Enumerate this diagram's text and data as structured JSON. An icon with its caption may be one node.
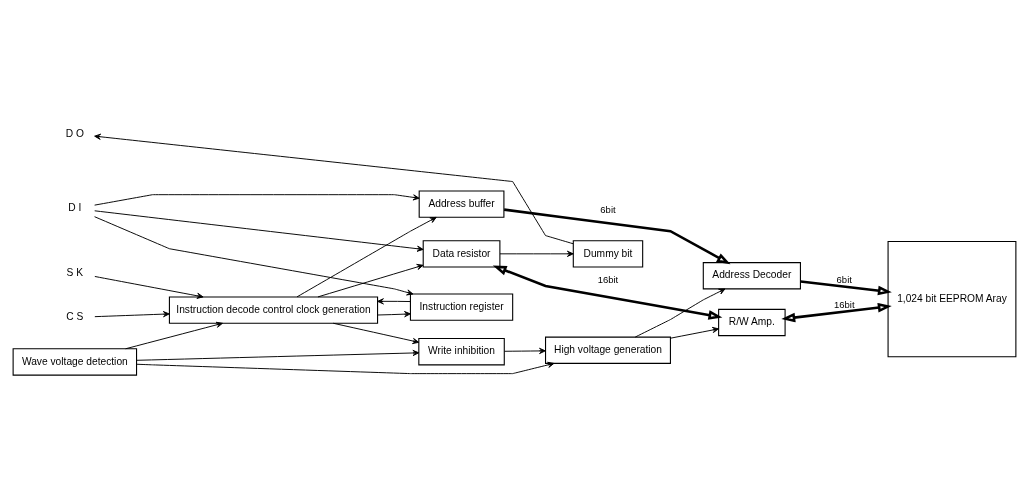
{
  "diagram": {
    "nodes": [
      {
        "text": [
          "C S"
        ]
      },
      {
        "text": [
          "S K"
        ]
      },
      {
        "text": [
          "D I"
        ]
      },
      {
        "text": [
          "D O"
        ]
      },
      {
        "text": [
          "Instruction decode control clock generation"
        ]
      },
      {
        "text": [
          "Wave voltage detection"
        ]
      },
      {
        "text": [
          "Write inhibition"
        ]
      },
      {
        "text": [
          "High voltage generation"
        ]
      },
      {
        "text": [
          "Instruction register"
        ]
      },
      {
        "text": [
          "Address buffer"
        ]
      },
      {
        "text": [
          "Address Decoder"
        ]
      },
      {
        "text": [
          "Data resistor"
        ]
      },
      {
        "text": [
          "R/W Amp."
        ]
      },
      {
        "text": [
          "Dummy bit"
        ]
      },
      {
        "text": [
          "1,024 bit EEPROM Aray"
        ]
      }
    ],
    "edges": [
      {
        "from": 0,
        "to": 4,
        "arrow": "to"
      },
      {
        "from": 1,
        "to": 4,
        "arrow": "to"
      },
      {
        "from": 5,
        "to": 4,
        "arrow": "to"
      },
      {
        "from": 5,
        "to": 6,
        "arrow": "to"
      },
      {
        "from": 5,
        "to": 7,
        "arrow": "to"
      },
      {
        "from": 4,
        "to": 6,
        "arrow": "to"
      },
      {
        "from": 6,
        "to": 7,
        "arrow": "to"
      },
      {
        "from": 8,
        "to": 4,
        "arrow": "to"
      },
      {
        "from": 4,
        "to": 8,
        "arrow": "to"
      },
      {
        "from": 2,
        "to": 8,
        "arrow": "to"
      },
      {
        "from": 2,
        "to": 9,
        "arrow": "to"
      },
      {
        "from": 2,
        "to": 11,
        "arrow": "to"
      },
      {
        "from": 4,
        "to": 9,
        "arrow": "to"
      },
      {
        "from": 4,
        "to": 11,
        "arrow": "to"
      },
      {
        "from": 11,
        "to": 13,
        "arrow": "to"
      },
      {
        "from": 13,
        "to": 3,
        "arrow": "to"
      },
      {
        "from": 9,
        "to": 10,
        "arrow": "to",
        "label": "6bit",
        "style": "thick"
      },
      {
        "from": 10,
        "to": 14,
        "arrow": "to",
        "label": "6bit",
        "style": "thick"
      },
      {
        "from": 11,
        "to": 12,
        "arrow": "both",
        "label": "16bit",
        "style": "thick"
      },
      {
        "from": 12,
        "to": 14,
        "arrow": "both",
        "label": "16bit",
        "style": "thick"
      },
      {
        "from": 7,
        "to": 10,
        "arrow": "to"
      },
      {
        "from": 7,
        "to": 12,
        "arrow": "to"
      }
    ]
  }
}
